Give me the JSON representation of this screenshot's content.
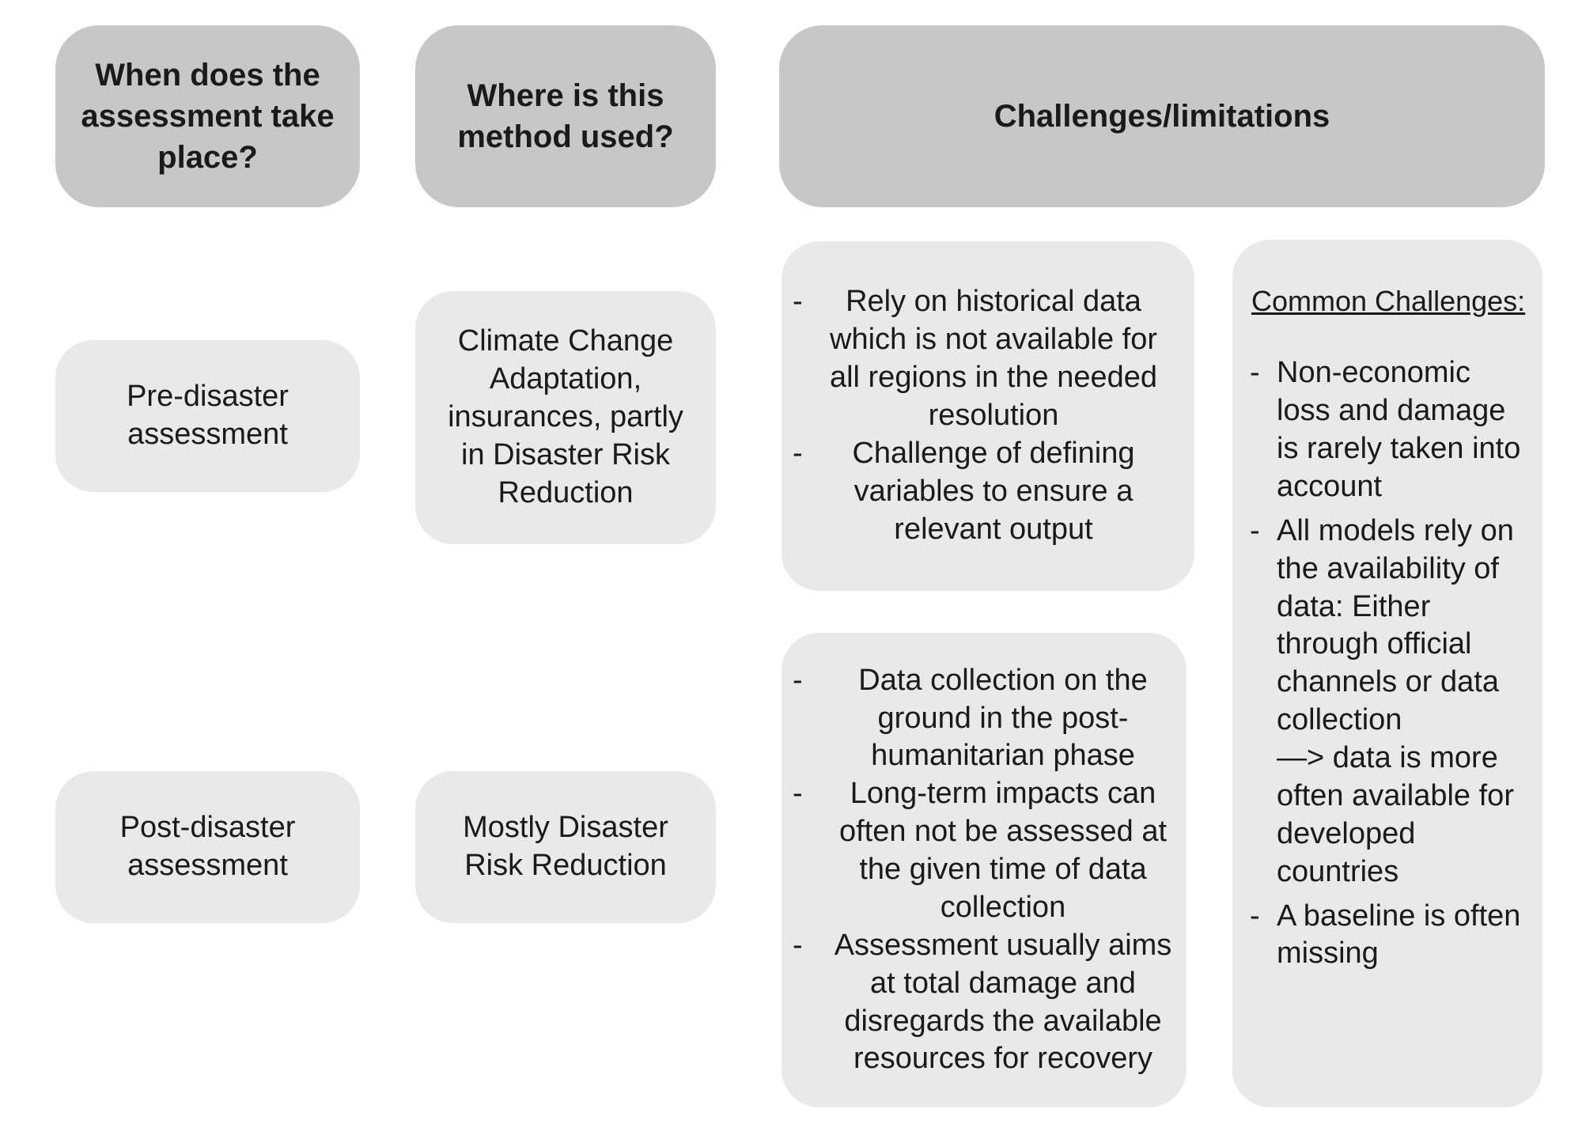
{
  "bullet_marker": "-",
  "colors": {
    "header_bg": "#c7c7c7",
    "box_bg": "#e9e9e9",
    "text_color": "#1a1a1a",
    "background": "#ffffff"
  },
  "headers": {
    "when": "When does the assessment take place?",
    "where": "Where is this method used?",
    "challenges": "Challenges/limitations"
  },
  "rows": {
    "pre_disaster": {
      "when": "Pre-disaster assessment",
      "where": "Climate  Change Adaptation, insurances, partly in Disaster Risk Reduction",
      "challenges": [
        "Rely on historical data which is not available for all regions in the needed resolution",
        "Challenge of defining variables to ensure a relevant output"
      ]
    },
    "post_disaster": {
      "when": "Post-disaster assessment",
      "where": "Mostly Disaster Risk Reduction",
      "challenges": [
        "Data collection on the ground in the post-humanitarian phase",
        "Long-term impacts can often not be assessed at the given time of data collection",
        "Assessment usually aims at total damage and disregards the available resources for recovery"
      ]
    }
  },
  "common_challenges": {
    "title": "Common Challenges:",
    "items": [
      "Non-economic loss and damage is rarely taken into account",
      "All models rely on the availability of data: Either through official channels or data collection\n—> data is more often available for developed countries",
      "A baseline is often missing"
    ]
  }
}
